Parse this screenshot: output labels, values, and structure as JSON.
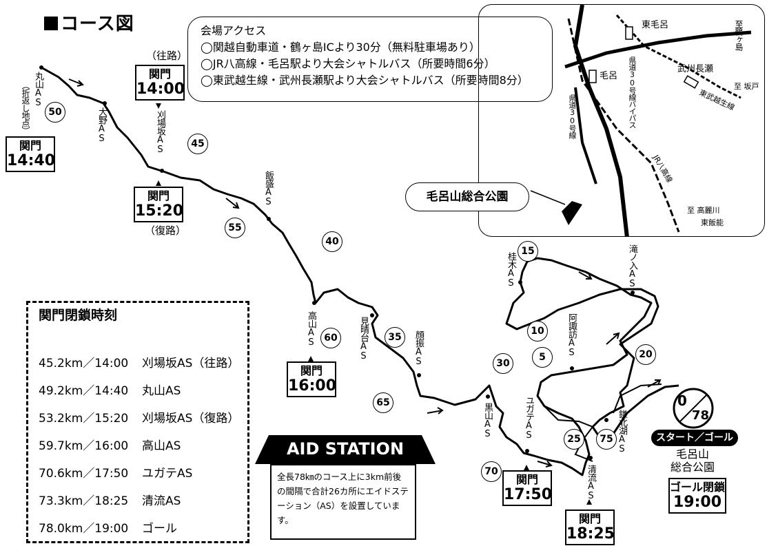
{
  "title": "コース図",
  "access": {
    "heading": "会場アクセス",
    "lines": [
      "◯関越自動車道・鶴ヶ島ICより30分（無料駐車場あり）",
      "◯JR八高線・毛呂駅より大会シャトルバス（所要時間6分）",
      "◯東武越生線・武州長瀬駅より大会シャトルバス（所要時間8分）"
    ]
  },
  "inset_map": {
    "park": "毛呂山総合公園",
    "labels": {
      "higashi_moro": "東毛呂",
      "to_tsurugashima": "至鶴ヶ島",
      "bushu_nagase": "武州長瀬",
      "to_sakado": "至 坂戸",
      "tobu_line": "東武越生線",
      "moro": "毛呂",
      "pref30": "県道30号線",
      "pref30_bypass": "県道30号線バイパス",
      "jr_hachiko": "JR八高線",
      "to_komagawa": "至 高麗川",
      "higashi_hanno": "東飯能"
    }
  },
  "gates": {
    "outbound": {
      "note": "（往路）",
      "label": "関門",
      "time": "14:00"
    },
    "maruyama": {
      "label": "関門",
      "time": "14:40"
    },
    "return": {
      "label": "関門",
      "time": "15:20",
      "note": "（復路）"
    },
    "takayama": {
      "label": "関門",
      "time": "16:00"
    },
    "yugate": {
      "label": "関門",
      "time": "17:50"
    },
    "seiryu": {
      "label": "関門",
      "time": "18:25"
    },
    "goal": {
      "label": "ゴール閉鎖",
      "time": "19:00"
    }
  },
  "aid_stations": {
    "maruyama": "丸山AS",
    "maruyama_note": "（折返し地点）",
    "ono": "大野AS",
    "kariba": "刈場坂AS",
    "iimori": "飯盛AS",
    "takayama": "高山AS",
    "miharashi": "見晴台AS",
    "kaoburi": "顔振AS",
    "kuroyama": "黒山AS",
    "yugate": "ユガテAS",
    "seiryu": "清流AS",
    "kamakita": "鎌北湖AS",
    "akasuwa": "阿諏訪AS",
    "katsuragi": "桂木AS",
    "takinoiri": "滝ノ入AS"
  },
  "km_markers": [
    "50",
    "45",
    "55",
    "40",
    "60",
    "35",
    "65",
    "30",
    "70",
    "15",
    "10",
    "5",
    "20",
    "25",
    "75"
  ],
  "start": {
    "num_top": "0",
    "num_bottom": "78",
    "badge": "スタート／ゴール",
    "venue_line1": "毛呂山",
    "venue_line2": "総合公園"
  },
  "closure": {
    "title": "関門閉鎖時刻",
    "rows": [
      {
        "time": "45.2km／14:00",
        "place": "刈場坂AS（往路）"
      },
      {
        "time": "49.2km／14:40",
        "place": "丸山AS"
      },
      {
        "time": "53.2km／15:20",
        "place": "刈場坂AS（復路）"
      },
      {
        "time": "59.7km／16:00",
        "place": "高山AS"
      },
      {
        "time": "70.6km／17:50",
        "place": "ユガテAS"
      },
      {
        "time": "73.3km／18:25",
        "place": "清流AS"
      },
      {
        "time": "78.0km／19:00",
        "place": "ゴール"
      }
    ]
  },
  "aid_info": {
    "heading": "AID STATION",
    "body": "全長78㎞のコース上に3km前後の間隔で合計26カ所にエイドステーション（AS）を設置しています。"
  }
}
